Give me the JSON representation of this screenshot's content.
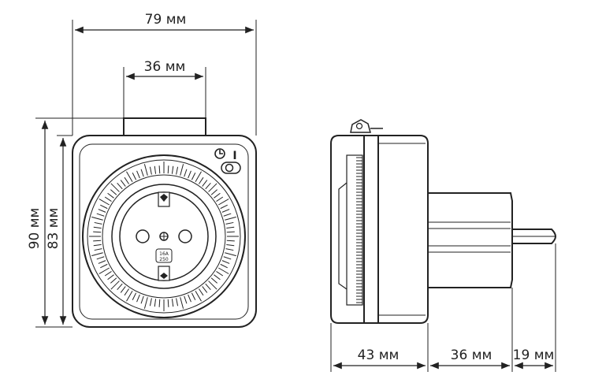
{
  "dimensions": {
    "front_width": "79 мм",
    "front_plug_width": "36 мм",
    "front_height_outer": "90 мм",
    "front_height_inner": "83 мм",
    "side_depth_body": "43 мм",
    "side_depth_plug": "36 мм",
    "side_depth_pin": "19 мм"
  },
  "markings": {
    "on_symbol": "I",
    "rating_label": "16A\n250"
  },
  "icons": {
    "clock": "clock-icon",
    "ground_clip": "ground-clip-icon",
    "switch": "switch-icon"
  }
}
